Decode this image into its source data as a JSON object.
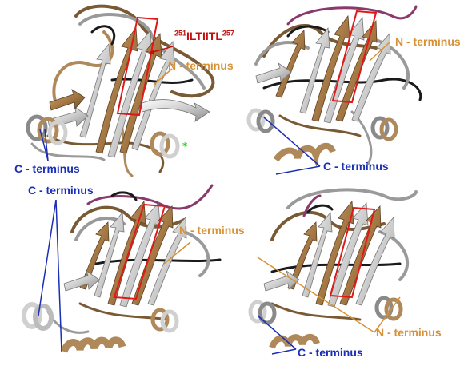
{
  "labels": {
    "n_terminus": "N - terminus",
    "c_terminus": "C - terminus",
    "sequence": {
      "start": "251",
      "residues": "ILTIITL",
      "end": "257"
    },
    "asterisk": "*"
  },
  "colors": {
    "n_label": "#d89236",
    "c_label": "#1a2fb5",
    "sequence_label": "#c01010",
    "highlight_box": "#e01818",
    "asterisk": "#1fd11f",
    "strand_tan": "#b0895a",
    "strand_tan_dark": "#7a5a34",
    "strand_gray": "#d8d8d8",
    "strand_gray_dark": "#8a8a8a",
    "loop_black": "#1a1a1a",
    "loop_purple": "#8a3a6a"
  }
}
